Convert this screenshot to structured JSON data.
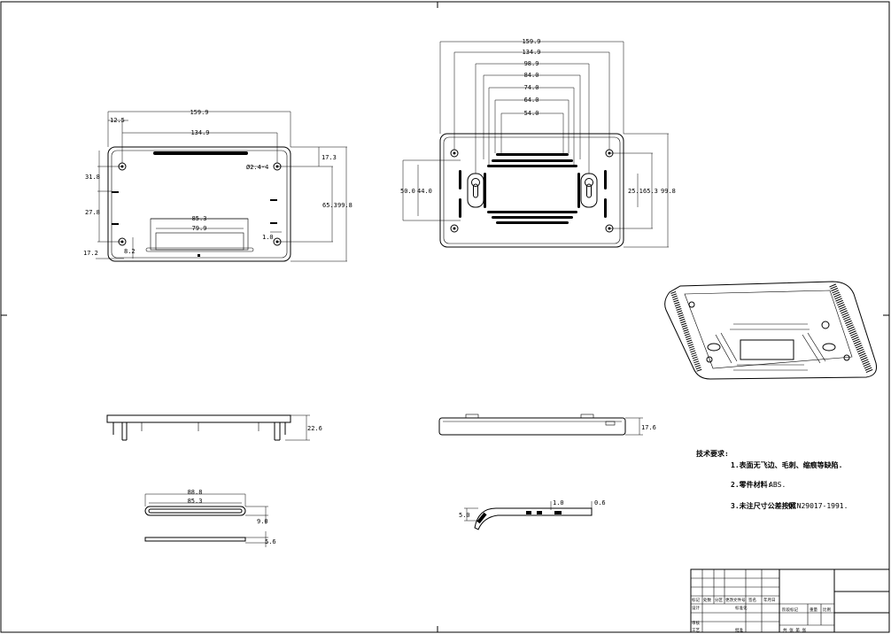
{
  "drawing": {
    "top_left_view": {
      "dims": {
        "w_overall": "159.9",
        "w_holes": "134.9",
        "offset_left": "12.5",
        "hole_callout": "Ø2.4-4",
        "h_top": "17.3",
        "h_holes": "65.3",
        "h_overall": "99.8",
        "left_upper": "31.8",
        "left_lower": "27.8",
        "slot_outer": "85.3",
        "slot_inner": "79.9",
        "gap_small": "1.0",
        "bottom_left": "17.2",
        "bottom_small": "8.2"
      }
    },
    "top_right_view": {
      "dims": {
        "w1": "159.9",
        "w2": "134.9",
        "w3": "98.9",
        "w4": "84.0",
        "w5": "74.0",
        "w6": "64.0",
        "w7": "54.0",
        "left_outer": "50.0",
        "left_inner": "44.0",
        "right_small": "25.1",
        "right_mid": "65.3",
        "right_outer": "99.8"
      }
    },
    "side_view_left": {
      "height": "22.6"
    },
    "side_view_right": {
      "height": "17.6"
    },
    "detail_view": {
      "w_outer": "88.8",
      "w_inner": "85.3",
      "h1": "9.0",
      "h2": "5.6"
    },
    "section_view": {
      "left": "5.0",
      "mid": "1.0",
      "right": "0.6"
    }
  },
  "notes": {
    "heading": "技术要求:",
    "n1": "1.表面无飞边、毛刺、缩痕等缺陷.",
    "n2_label": "2.零件材料:",
    "n2_value": "ABS.",
    "n3_label": "3.未注尺寸公差按照",
    "n3_value": "QCN29017-1991."
  },
  "title_block": {
    "c1": "标记",
    "c2": "处数",
    "c3": "分区",
    "c4": "更改文件号",
    "c5": "签名",
    "c6": "年月日",
    "design": "设计",
    "standard": "标准化",
    "stage_mark": "阶段标记",
    "weight": "重量",
    "scale": "比例",
    "review": "审核",
    "process": "工艺",
    "approve": "批准",
    "sheets": "共 张 第 张"
  }
}
